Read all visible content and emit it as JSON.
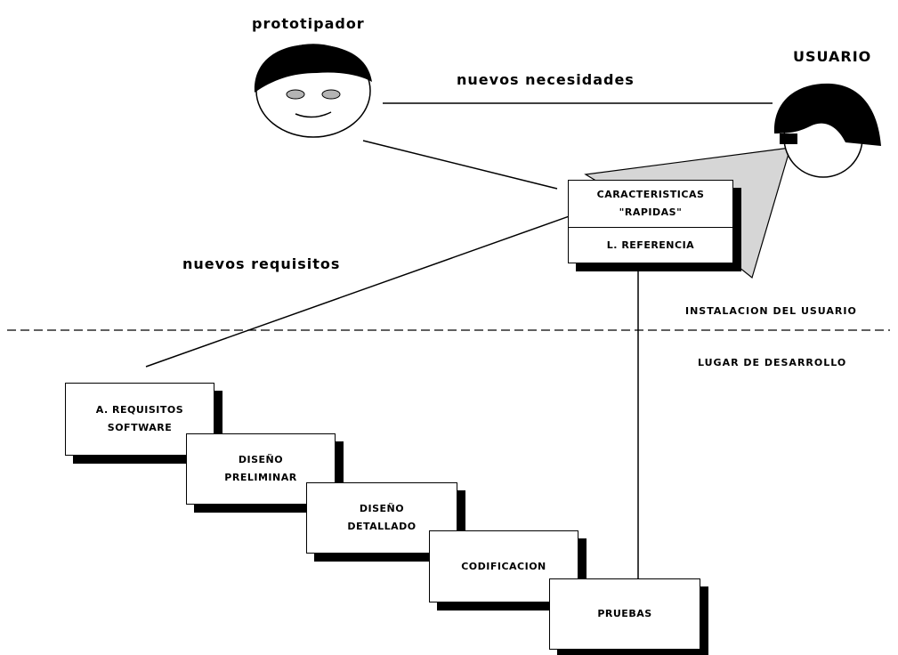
{
  "labels": {
    "prototyper": "prototipador",
    "user": "USUARIO",
    "new_needs": "nuevos necesidades",
    "new_requirements": "nuevos requisitos",
    "user_installation": "INSTALACION DEL USUARIO",
    "development_site": "LUGAR DE DESARROLLO"
  },
  "prototype_box": {
    "features_line1": "CARACTERISTICAS",
    "features_line2": "\"RAPIDAS\"",
    "reference": "L. REFERENCIA"
  },
  "waterfall": [
    {
      "line1": "A. REQUISITOS",
      "line2": "SOFTWARE"
    },
    {
      "line1": "DISEÑO",
      "line2": "PRELIMINAR"
    },
    {
      "line1": "DISEÑO",
      "line2": "DETALLADO"
    },
    {
      "line1": "CODIFICACION",
      "line2": ""
    },
    {
      "line1": "PRUEBAS",
      "line2": ""
    }
  ],
  "colors": {
    "shadow": "#000000",
    "beam": "#d6d6d6",
    "eyes": "#b4b4b4"
  }
}
